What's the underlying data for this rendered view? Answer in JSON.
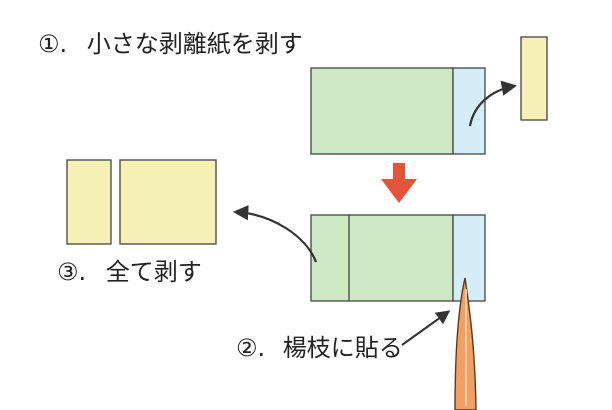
{
  "steps": {
    "step1": {
      "marker": "①.",
      "text": "小さな剥離紙を剥す"
    },
    "step2": {
      "marker": "②.",
      "text": "楊枝に貼る"
    },
    "step3": {
      "marker": "③.",
      "text": "全て剥す"
    }
  },
  "colors": {
    "panel_green": "#cde9c3",
    "panel_blue": "#d4edf6",
    "paper_yellow": "#f4f0b6",
    "outline": "#444444",
    "down_arrow": "#e5533b",
    "curved_arrow": "#333333",
    "toothpick_fill": "#f0a062",
    "toothpick_outline": "#5a3a20"
  }
}
